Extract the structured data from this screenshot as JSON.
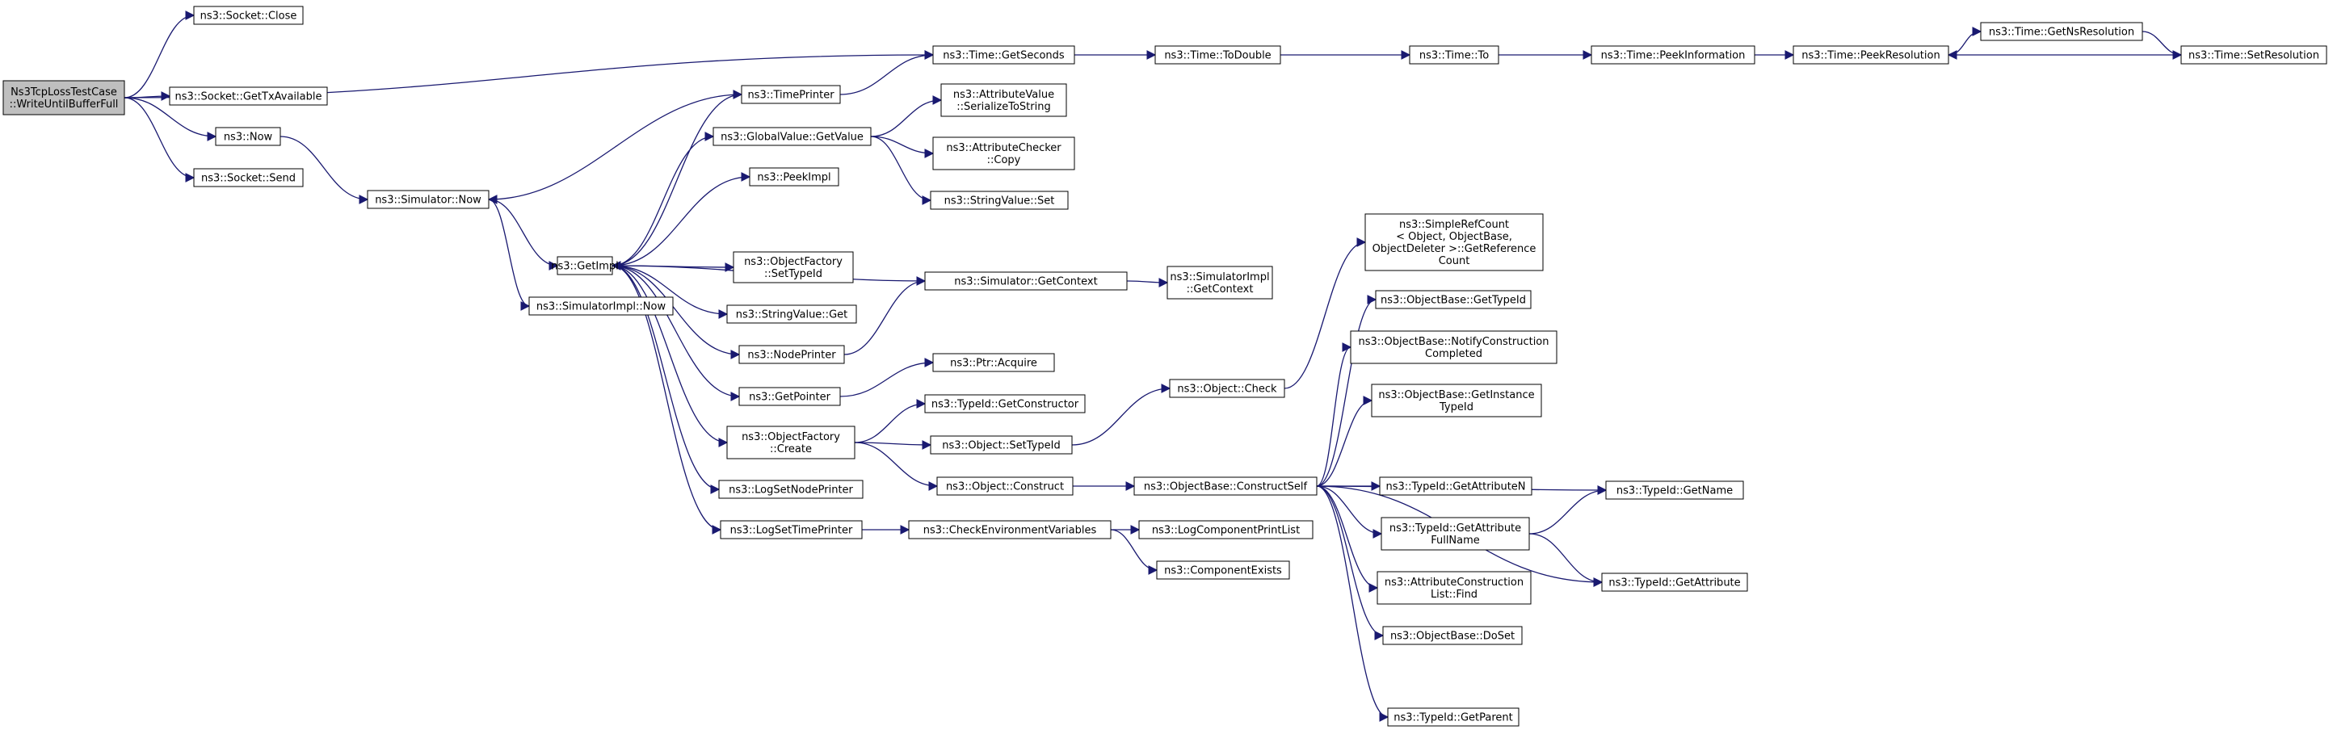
{
  "colors": {
    "edge": "#191970",
    "node_border": "#000000",
    "truncated_border": "#ff0000",
    "root_fill": "#bfbfbf",
    "node_fill": "#ffffff"
  },
  "nodes": {
    "root": {
      "lines": [
        "Ns3TcpLossTestCase",
        "::WriteUntilBufferFull"
      ],
      "root": true
    },
    "sockClose": {
      "lines": [
        "ns3::Socket::Close"
      ]
    },
    "sockTx": {
      "lines": [
        "ns3::Socket::GetTxAvailable"
      ]
    },
    "now": {
      "lines": [
        "ns3::Now"
      ]
    },
    "sockSend": {
      "lines": [
        "ns3::Socket::Send"
      ]
    },
    "simNow": {
      "lines": [
        "ns3::Simulator::Now"
      ]
    },
    "getImpl": {
      "lines": [
        "ns3::GetImpl"
      ]
    },
    "simImplNow": {
      "lines": [
        "ns3::SimulatorImpl::Now"
      ]
    },
    "timePrinter": {
      "lines": [
        "ns3::TimePrinter"
      ]
    },
    "gvGet": {
      "lines": [
        "ns3::GlobalValue::GetValue"
      ]
    },
    "peekImpl": {
      "lines": [
        "ns3::PeekImpl"
      ]
    },
    "ofSetTid": {
      "lines": [
        "ns3::ObjectFactory",
        "::SetTypeId"
      ]
    },
    "svGet": {
      "lines": [
        "ns3::StringValue::Get"
      ]
    },
    "nodePrinter": {
      "lines": [
        "ns3::NodePrinter"
      ]
    },
    "getPointer": {
      "lines": [
        "ns3::GetPointer"
      ]
    },
    "ofCreate": {
      "lines": [
        "ns3::ObjectFactory",
        "::Create"
      ]
    },
    "logSetNode": {
      "lines": [
        "ns3::LogSetNodePrinter"
      ]
    },
    "logSetTime": {
      "lines": [
        "ns3::LogSetTimePrinter"
      ]
    },
    "getSeconds": {
      "lines": [
        "ns3::Time::GetSeconds"
      ]
    },
    "avSer": {
      "lines": [
        "ns3::AttributeValue",
        "::SerializeToString"
      ]
    },
    "acCopy": {
      "lines": [
        "ns3::AttributeChecker",
        "::Copy"
      ]
    },
    "svSet": {
      "lines": [
        "ns3::StringValue::Set"
      ]
    },
    "simGetCtx": {
      "lines": [
        "ns3::Simulator::GetContext"
      ]
    },
    "ptrAcq": {
      "lines": [
        "ns3::Ptr::Acquire"
      ]
    },
    "tidGetCons": {
      "lines": [
        "ns3::TypeId::GetConstructor"
      ]
    },
    "objSetTid": {
      "lines": [
        "ns3::Object::SetTypeId"
      ]
    },
    "objCons": {
      "lines": [
        "ns3::Object::Construct"
      ]
    },
    "checkEnv": {
      "lines": [
        "ns3::CheckEnvironmentVariables"
      ]
    },
    "toDouble": {
      "lines": [
        "ns3::Time::ToDouble"
      ]
    },
    "timeTo": {
      "lines": [
        "ns3::Time::To"
      ]
    },
    "peekInfo": {
      "lines": [
        "ns3::Time::PeekInformation"
      ]
    },
    "peekRes": {
      "lines": [
        "ns3::Time::PeekResolution"
      ]
    },
    "getNsRes": {
      "lines": [
        "ns3::Time::GetNsResolution"
      ]
    },
    "setRes": {
      "lines": [
        "ns3::Time::SetResolution"
      ]
    },
    "simImplCtx": {
      "lines": [
        "ns3::SimulatorImpl",
        "::GetContext"
      ]
    },
    "objCheck": {
      "lines": [
        "ns3::Object::Check"
      ]
    },
    "obConsSelf": {
      "lines": [
        "ns3::ObjectBase::ConstructSelf"
      ]
    },
    "logCompPL": {
      "lines": [
        "ns3::LogComponentPrintList"
      ],
      "truncated": true
    },
    "compExists": {
      "lines": [
        "ns3::ComponentExists"
      ],
      "truncated": true
    },
    "srcGetRef": {
      "lines": [
        "ns3::SimpleRefCount",
        "< Object, ObjectBase,",
        "ObjectDeleter >::GetReference",
        "Count"
      ]
    },
    "obGetTid": {
      "lines": [
        "ns3::ObjectBase::GetTypeId"
      ],
      "truncated": true
    },
    "obNotify": {
      "lines": [
        "ns3::ObjectBase::NotifyConstruction",
        "Completed"
      ]
    },
    "obGetInst": {
      "lines": [
        "ns3::ObjectBase::GetInstance",
        "TypeId"
      ]
    },
    "tidGetAttrN": {
      "lines": [
        "ns3::TypeId::GetAttributeN"
      ]
    },
    "tidGetAttrFN": {
      "lines": [
        "ns3::TypeId::GetAttribute",
        "FullName"
      ]
    },
    "aclFind": {
      "lines": [
        "ns3::AttributeConstruction",
        "List::Find"
      ]
    },
    "obDoSet": {
      "lines": [
        "ns3::ObjectBase::DoSet"
      ],
      "truncated": true
    },
    "tidGetParent": {
      "lines": [
        "ns3::TypeId::GetParent"
      ],
      "truncated": true
    },
    "tidGetName": {
      "lines": [
        "ns3::TypeId::GetName"
      ]
    },
    "tidGetAttr": {
      "lines": [
        "ns3::TypeId::GetAttribute"
      ]
    }
  },
  "edges": [
    [
      "root",
      "sockClose"
    ],
    [
      "root",
      "getSeconds"
    ],
    [
      "root",
      "sockTx"
    ],
    [
      "root",
      "now"
    ],
    [
      "root",
      "sockSend"
    ],
    [
      "now",
      "simNow"
    ],
    [
      "simNow",
      "getImpl"
    ],
    [
      "simNow",
      "simImplNow"
    ],
    [
      "timePrinter",
      "simNow"
    ],
    [
      "timePrinter",
      "getSeconds"
    ],
    [
      "getImpl",
      "timePrinter"
    ],
    [
      "getImpl",
      "gvGet"
    ],
    [
      "getImpl",
      "peekImpl"
    ],
    [
      "getImpl",
      "ofSetTid"
    ],
    [
      "getImpl",
      "svGet"
    ],
    [
      "getImpl",
      "nodePrinter"
    ],
    [
      "getImpl",
      "getPointer"
    ],
    [
      "getImpl",
      "ofCreate"
    ],
    [
      "getImpl",
      "logSetNode"
    ],
    [
      "getImpl",
      "logSetTime"
    ],
    [
      "gvGet",
      "avSer"
    ],
    [
      "gvGet",
      "acCopy"
    ],
    [
      "gvGet",
      "svSet"
    ],
    [
      "simGetCtx",
      "getImpl"
    ],
    [
      "simGetCtx",
      "simImplCtx"
    ],
    [
      "nodePrinter",
      "simGetCtx"
    ],
    [
      "getPointer",
      "ptrAcq"
    ],
    [
      "ofCreate",
      "tidGetCons"
    ],
    [
      "ofCreate",
      "objSetTid"
    ],
    [
      "ofCreate",
      "objCons"
    ],
    [
      "objSetTid",
      "objCheck"
    ],
    [
      "objCheck",
      "srcGetRef"
    ],
    [
      "objCons",
      "obConsSelf"
    ],
    [
      "logSetTime",
      "checkEnv"
    ],
    [
      "checkEnv",
      "logCompPL"
    ],
    [
      "checkEnv",
      "compExists"
    ],
    [
      "getSeconds",
      "toDouble"
    ],
    [
      "toDouble",
      "timeTo"
    ],
    [
      "timeTo",
      "peekInfo"
    ],
    [
      "peekInfo",
      "peekRes"
    ],
    [
      "peekRes",
      "getNsRes"
    ],
    [
      "getNsRes",
      "setRes"
    ],
    [
      "setRes",
      "peekRes"
    ],
    [
      "obConsSelf",
      "obGetTid"
    ],
    [
      "obConsSelf",
      "obNotify"
    ],
    [
      "obConsSelf",
      "obGetInst"
    ],
    [
      "obConsSelf",
      "tidGetName"
    ],
    [
      "obConsSelf",
      "tidGetAttrN"
    ],
    [
      "obConsSelf",
      "tidGetAttrFN"
    ],
    [
      "obConsSelf",
      "aclFind"
    ],
    [
      "obConsSelf",
      "obDoSet"
    ],
    [
      "obConsSelf",
      "tidGetAttr"
    ],
    [
      "obConsSelf",
      "tidGetParent"
    ],
    [
      "tidGetAttrFN",
      "tidGetName"
    ],
    [
      "tidGetAttrFN",
      "tidGetAttr"
    ]
  ]
}
